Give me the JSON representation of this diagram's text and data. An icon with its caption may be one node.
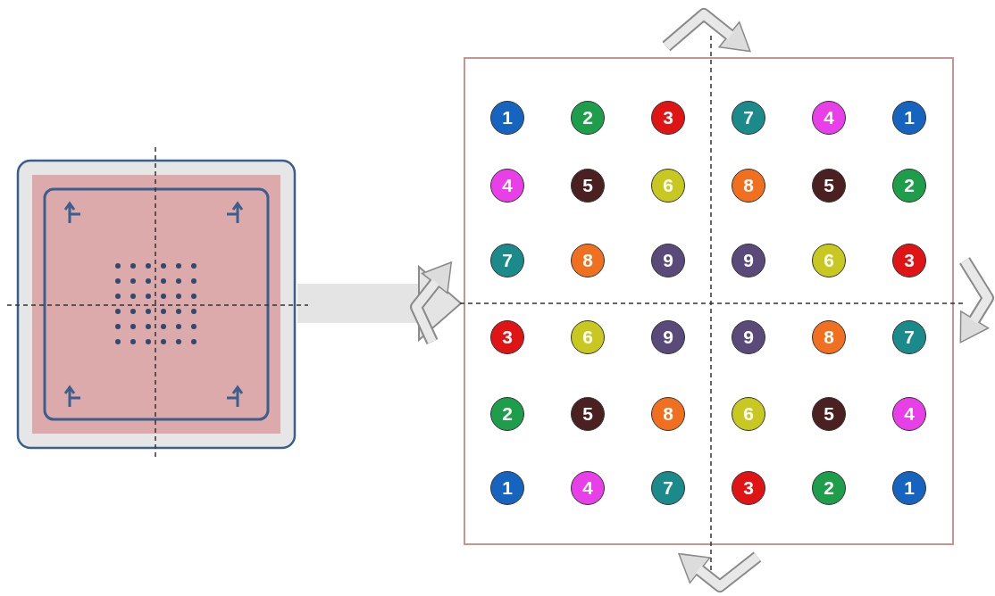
{
  "diagram": {
    "nodes": [
      {
        "text": [],
        "shape": "picture"
      },
      {
        "text": [],
        "shape": "box"
      },
      {
        "text": [
          "1"
        ],
        "in": 1
      },
      {
        "text": [
          "2"
        ],
        "in": 1
      },
      {
        "text": [
          "3"
        ],
        "in": 1
      },
      {
        "text": [
          "7"
        ],
        "in": 1
      },
      {
        "text": [
          "4"
        ],
        "in": 1
      },
      {
        "text": [
          "1"
        ],
        "in": 1
      },
      {
        "text": [
          "4"
        ],
        "in": 1
      },
      {
        "text": [
          "5"
        ],
        "in": 1
      },
      {
        "text": [
          "6"
        ],
        "in": 1
      },
      {
        "text": [
          "8"
        ],
        "in": 1
      },
      {
        "text": [
          "5"
        ],
        "in": 1
      },
      {
        "text": [
          "2"
        ],
        "in": 1
      },
      {
        "text": [
          "7"
        ],
        "in": 1
      },
      {
        "text": [
          "8"
        ],
        "in": 1
      },
      {
        "text": [
          "9"
        ],
        "in": 1
      },
      {
        "text": [
          "9"
        ],
        "in": 1
      },
      {
        "text": [
          "6"
        ],
        "in": 1
      },
      {
        "text": [
          "3"
        ],
        "in": 1
      },
      {
        "text": [
          "3"
        ],
        "in": 1
      },
      {
        "text": [
          "6"
        ],
        "in": 1
      },
      {
        "text": [
          "9"
        ],
        "in": 1
      },
      {
        "text": [
          "9"
        ],
        "in": 1
      },
      {
        "text": [
          "8"
        ],
        "in": 1
      },
      {
        "text": [
          "7"
        ],
        "in": 1
      },
      {
        "text": [
          "2"
        ],
        "in": 1
      },
      {
        "text": [
          "5"
        ],
        "in": 1
      },
      {
        "text": [
          "8"
        ],
        "in": 1
      },
      {
        "text": [
          "6"
        ],
        "in": 1
      },
      {
        "text": [
          "5"
        ],
        "in": 1
      },
      {
        "text": [
          "4"
        ],
        "in": 1
      },
      {
        "text": [
          "1"
        ],
        "in": 1
      },
      {
        "text": [
          "4"
        ],
        "in": 1
      },
      {
        "text": [
          "7"
        ],
        "in": 1
      },
      {
        "text": [
          "3"
        ],
        "in": 1
      },
      {
        "text": [
          "2"
        ],
        "in": 1
      },
      {
        "text": [
          "1"
        ],
        "in": 1
      }
    ],
    "edges": [
      {
        "from": 0,
        "to": 1,
        "arrow": "to"
      }
    ]
  }
}
